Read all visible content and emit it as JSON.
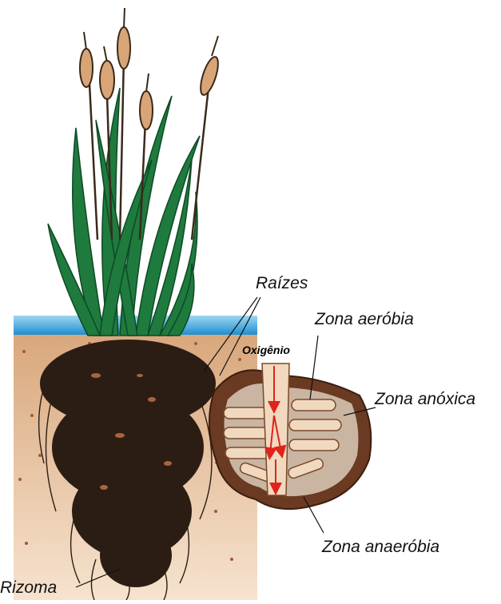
{
  "labels": {
    "roots": "Raízes",
    "aerobic_zone": "Zona aeróbia",
    "oxygen": "Oxigênio",
    "anoxic_zone": "Zona anóxica",
    "anaerobic_zone": "Zona anaeróbia",
    "rhizome": "Rizoma"
  },
  "colors": {
    "water": "#2b9bd8",
    "soil": "#e9c3a0",
    "soil_dark": "#d7a67d",
    "leaf": "#1f7a3e",
    "leaf_dark": "#0d4a24",
    "cattail": "#d9a577",
    "root": "#2a1d15",
    "oxygen_arrow": "#e0231c",
    "aerobic": "#f1d9bf",
    "anoxic": "#c9b5a2",
    "anaerobic": "#6b3a22"
  }
}
